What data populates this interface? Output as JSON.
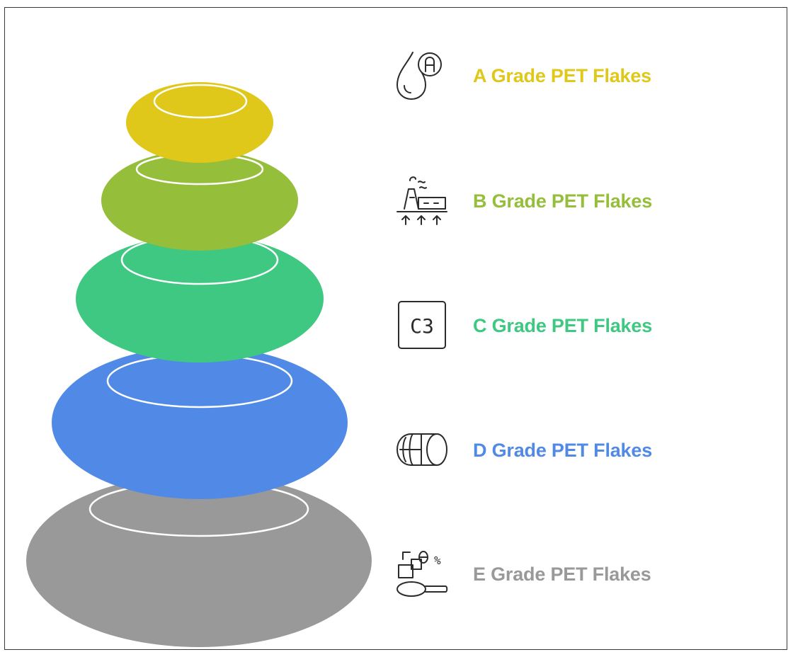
{
  "levels": [
    {
      "label": "A Grade PET Flakes",
      "color": "#e0c81a",
      "icon": "water-drop-letter-a-icon"
    },
    {
      "label": "B Grade PET Flakes",
      "color": "#95be3a",
      "icon": "factory-upward-arrows-icon"
    },
    {
      "label": "C Grade PET Flakes",
      "color": "#3fc882",
      "icon": "c3-box-icon"
    },
    {
      "label": "D Grade PET Flakes",
      "color": "#518ae6",
      "icon": "barrel-icon"
    },
    {
      "label": "E Grade PET Flakes",
      "color": "#999999",
      "icon": "blocks-percent-spoon-icon"
    }
  ],
  "icon_texts": {
    "c3": "C3",
    "percent": "%"
  }
}
